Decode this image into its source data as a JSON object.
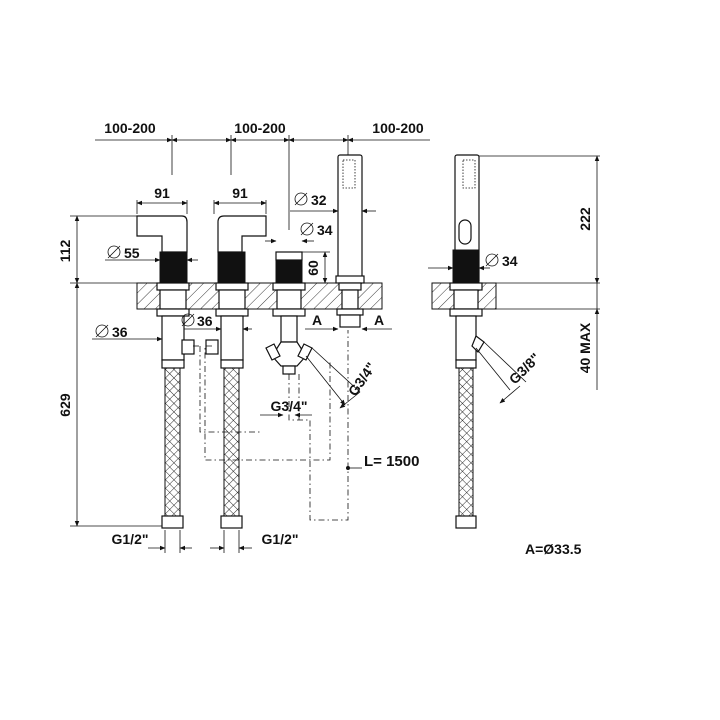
{
  "labels": {
    "spacing_1": "100-200",
    "spacing_2": "100-200",
    "spacing_3": "100-200",
    "handle_width_left": "91",
    "handle_width_right": "91",
    "dia_32": "32",
    "dia_34_front": "34",
    "dia_55": "55",
    "dia_36_left": "36",
    "dia_36_right": "36",
    "height_112": "112",
    "height_60": "60",
    "length_629": "629",
    "thread_g34_diag": "G3/4\"",
    "thread_g34": "G3/4\"",
    "thread_g12_left": "G1/2\"",
    "thread_g12_right": "G1/2\"",
    "hose_length": "L= 1500",
    "section_a_left": "A",
    "section_a_right": "A",
    "height_222": "222",
    "dia_34_side": "34",
    "thread_g38": "G3/8\"",
    "max_40": "40 MAX",
    "note_a": "A=Ø33.5"
  }
}
